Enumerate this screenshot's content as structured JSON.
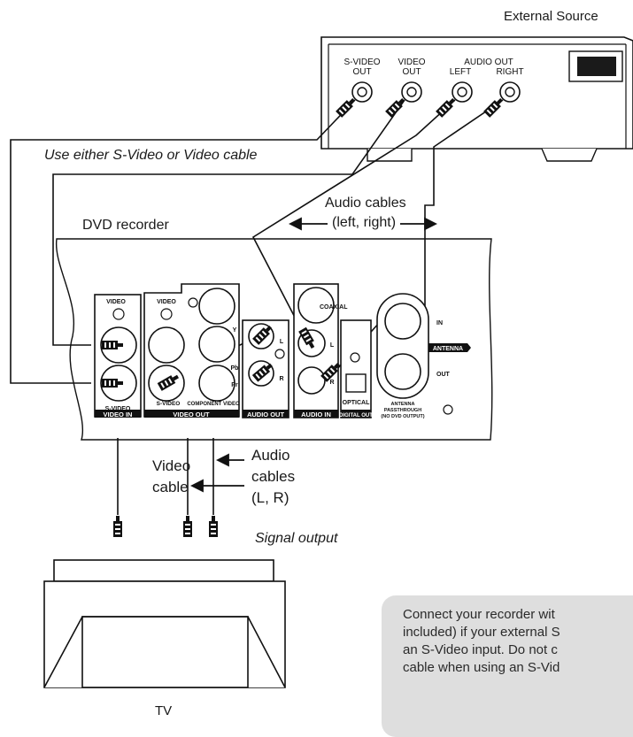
{
  "labels": {
    "external_source": "External Source",
    "use_either": "Use either S-Video or Video cable",
    "dvd_recorder": "DVD recorder",
    "audio_cables_top_1": "Audio cables",
    "audio_cables_top_2": "(left, right)",
    "video_cable_1": "Video",
    "video_cable_2": "cable",
    "audio_cables_bottom_1": "Audio",
    "audio_cables_bottom_2": "cables",
    "audio_cables_bottom_3": "(L, R)",
    "signal_output": "Signal output",
    "tv": "TV"
  },
  "source_jacks": {
    "s_video_out_1": "S-VIDEO",
    "s_video_out_2": "OUT",
    "video_out_1": "VIDEO",
    "video_out_2": "OUT",
    "audio_out": "AUDIO OUT",
    "left": "LEFT",
    "right": "RIGHT"
  },
  "panel": {
    "video": "VIDEO",
    "s_video": "S-VIDEO",
    "video_in": "VIDEO IN",
    "video_out_video": "VIDEO",
    "y": "Y",
    "pb": "Pb",
    "pr": "Pr",
    "video_out_s_video": "S-VIDEO",
    "component_video": "COMPONENT VIDEO",
    "video_out": "VIDEO OUT",
    "audio_out_l": "L",
    "audio_out_r": "R",
    "audio_out": "AUDIO OUT",
    "coaxial": "COAXIAL",
    "audio_in_l": "L",
    "audio_in_r": "R",
    "audio_in": "AUDIO IN",
    "optical": "OPTICAL",
    "digital_out": "DIGITAL OUT",
    "antenna_in": "IN",
    "antenna": "ANTENNA",
    "antenna_out": "OUT",
    "antenna_passthrough_1": "ANTENNA",
    "antenna_passthrough_2": "PASSTHROUGH",
    "antenna_passthrough_3": "(NO DVD OUTPUT)"
  },
  "note": {
    "line_1": "Connect your recorder wit",
    "line_2": "included) if your external S",
    "line_3": "an S-Video input. Do not c",
    "line_4": "cable when using an S-Vid"
  }
}
